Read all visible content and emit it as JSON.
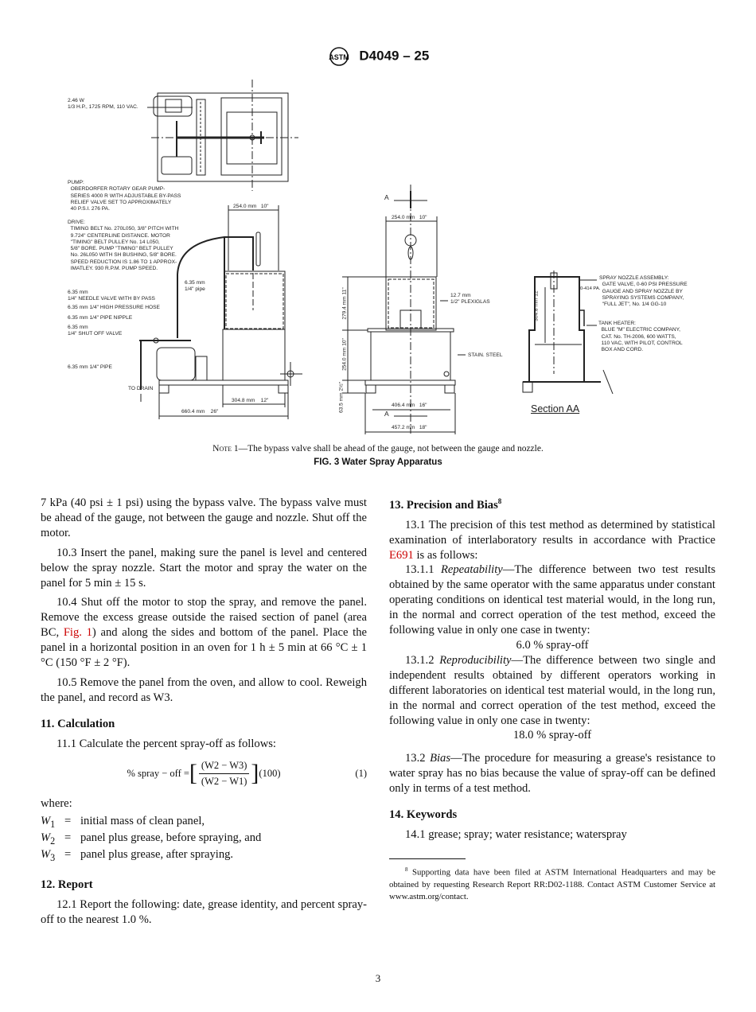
{
  "header": {
    "logo": "ASTM",
    "designation": "D4049 – 25"
  },
  "figure": {
    "labels": {
      "motor": "2.46 W\n1/3 H.P., 1725 RPM, 110 VAC.",
      "pump": "PUMP:\n  OBERDORFER ROTARY GEAR PUMP-\n  SERIES 4000 R WITH ADJUSTABLE BY-PASS\n  RELIEF VALVE SET TO APPROXIMATELY\n  40 P.S.I. 276 PA.",
      "drive": "DRIVE:\n  TIMING BELT No. 270L050, 3/8\" PITCH WITH\n  9.724\" CENTERLINE DISTANCE. MOTOR\n  \"TIMING\" BELT PULLEY No. 14 L050,\n  5/8\" BORE. PUMP \"TIMING\" BELT PULLEY\n  No. 26L050 WITH SH BUSHING, 5/8\" BORE.\n  SPEED REDUCTION IS 1.86 TO 1 APPROX-\n  IMATLEY. 930 R.P.M. PUMP SPEED.",
      "pipe_top": "6.35 mm\n1/4\" pipe",
      "needle_valve": "6.35 mm\n1/4\" NEEDLE VALVE WITH BY PASS",
      "hose": "6.35 mm 1/4\" HIGH PRESSURE HOSE",
      "nipple": "6.35 mm 1/4\" PIPE NIPPLE",
      "shutoff": "6.35 mm\n1/4\" SHUT OFF VALVE",
      "pipe": "6.35 mm 1/4\" PIPE",
      "drain": "TO DRAIN",
      "dim_left_top": "254.0 mm   10\"",
      "dim_left_304": "304.8 mm    12\"",
      "dim_left_660": "660.4 mm    26\"",
      "section_marker": "A",
      "dim_mid_top": "254.0 mm   10\"",
      "plexiglas": "12.7 mm\n1/2\" PLEXIGLAS",
      "steel": "STAIN. STEEL",
      "dim_mid_406": "406.4 mm   16\"",
      "dim_mid_457": "457.2 mm   18\"",
      "dim_v_279": "279.4 mm 11\"",
      "dim_v_254": "254.0 mm 10\"",
      "dim_v_63": "63.5 mm 2½\"",
      "nozzle": "SPRAY NOZZLE ASSEMBLY:\n  GATE VALVE, 0-60 PSI PRESSURE\n  GAUGE AND SPRAY NOZZLE BY\n  SPRAYING SYSTEMS COMPANY,\n  \"FULL JET\", No. 1/4 GG-10",
      "pressure": "0-414 PA.",
      "heater": "TANK HEATER:\n  BLUE \"M\" ELECTRIC COMPANY,\n  CAT. No. TH-2006, 600 WATTS,\n  110 VAC, WITH PILOT, CONTROL\n  BOX AND CORD.",
      "dim_sec_304": "304.8 mm 12\"",
      "section_title": "Section AA"
    },
    "note_label": "Note 1",
    "note_text": "—The bypass valve shall be ahead of the gauge, not between the gauge and nozzle.",
    "caption": "FIG. 3 Water Spray Apparatus"
  },
  "left": {
    "p_cont": "7 kPa (40 psi ± 1 psi) using the bypass valve. The bypass valve must be ahead of the gauge, not between the gauge and nozzle. Shut off the motor.",
    "p103": "10.3 Insert the panel, making sure the panel is level and centered below the spray nozzle. Start the motor and spray the water on the panel for 5 min ± 15 s.",
    "p104a": "10.4 Shut off the motor to stop the spray, and remove the panel. Remove the excess grease outside the raised section of panel (area BC, ",
    "p104_link": "Fig. 1",
    "p104b": ") and along the sides and bottom of the panel. Place the panel in a horizontal position in an oven for 1 h ± 5 min at 66 °C ± 1 °C (150 °F ± 2 °F).",
    "p105": "10.5 Remove the panel from the oven, and allow to cool. Reweigh the panel, and record as W3.",
    "h11": "11. Calculation",
    "p111": "11.1 Calculate the percent spray-off as follows:",
    "eq_lhs": "% spray − off =",
    "eq_num": "(W2 − W3)",
    "eq_den": "(W2 − W1)",
    "eq_factor": "(100)",
    "eq_no": "(1)",
    "where": "where:",
    "vars": [
      {
        "sym": "W",
        "sub": "1",
        "eq": "=",
        "def": "initial mass of clean panel,"
      },
      {
        "sym": "W",
        "sub": "2",
        "eq": "=",
        "def": "panel plus grease, before spraying, and"
      },
      {
        "sym": "W",
        "sub": "3",
        "eq": "=",
        "def": "panel plus grease, after spraying."
      }
    ],
    "h12": "12. Report",
    "p121": "12.1 Report the following: date, grease identity, and percent spray-off to the nearest 1.0 %."
  },
  "right": {
    "h13": "13. Precision and Bias",
    "h13_fn": "8",
    "p131a": "13.1 The precision of this test method as determined by statistical examination of interlaboratory results in accordance with Practice ",
    "p131_link": "E691",
    "p131b": " is as follows:",
    "p1311_label": "13.1.1 ",
    "p1311_term": "Repeatability",
    "p1311_text": "—The difference between two test results obtained by the same operator with the same apparatus under constant operating conditions on identical test material would, in the long run, in the normal and correct operation of the test method, exceed the following value in only one case in twenty:",
    "repeat_value": "6.0 % spray-off",
    "p1312_label": "13.1.2 ",
    "p1312_term": "Reproducibility",
    "p1312_text": "—The difference between two single and independent results obtained by different operators working in different laboratories on identical test material would, in the long run, in the normal and correct operation of the test method, exceed the following value in only one case in twenty:",
    "reprod_value": "18.0 % spray-off",
    "p132_label": "13.2 ",
    "p132_term": "Bias",
    "p132_text": "—The procedure for measuring a grease's resistance to water spray has no bias because the value of spray-off can be defined only in terms of a test method.",
    "h14": "14. Keywords",
    "p141": "14.1 grease; spray; water resistance; waterspray",
    "footnote_mark": "8",
    "footnote": " Supporting data have been filed at ASTM International Headquarters and may be obtained by requesting Research Report RR:D02-1188. Contact ASTM Customer Service at www.astm.org/contact."
  },
  "page_number": "3",
  "colors": {
    "link": "#cc0000",
    "text": "#111111"
  }
}
